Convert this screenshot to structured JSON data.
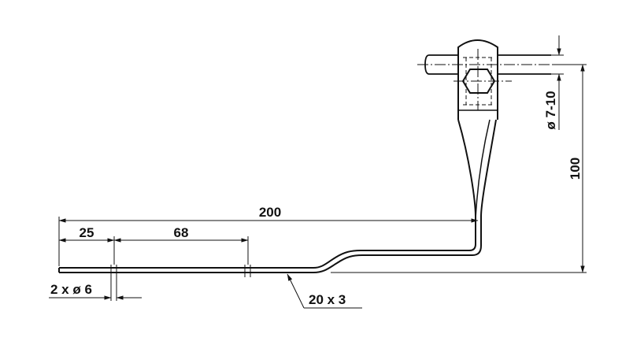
{
  "drawing": {
    "line_color": "#111111",
    "background": "#ffffff"
  },
  "dimensions": {
    "overall_length": "200",
    "first_hole_offset": "25",
    "hole_spacing": "68",
    "holes": "2 x ø 6",
    "height": "100",
    "bar_section": "20 x 3",
    "clamp_diameter": "ø 7-10"
  }
}
